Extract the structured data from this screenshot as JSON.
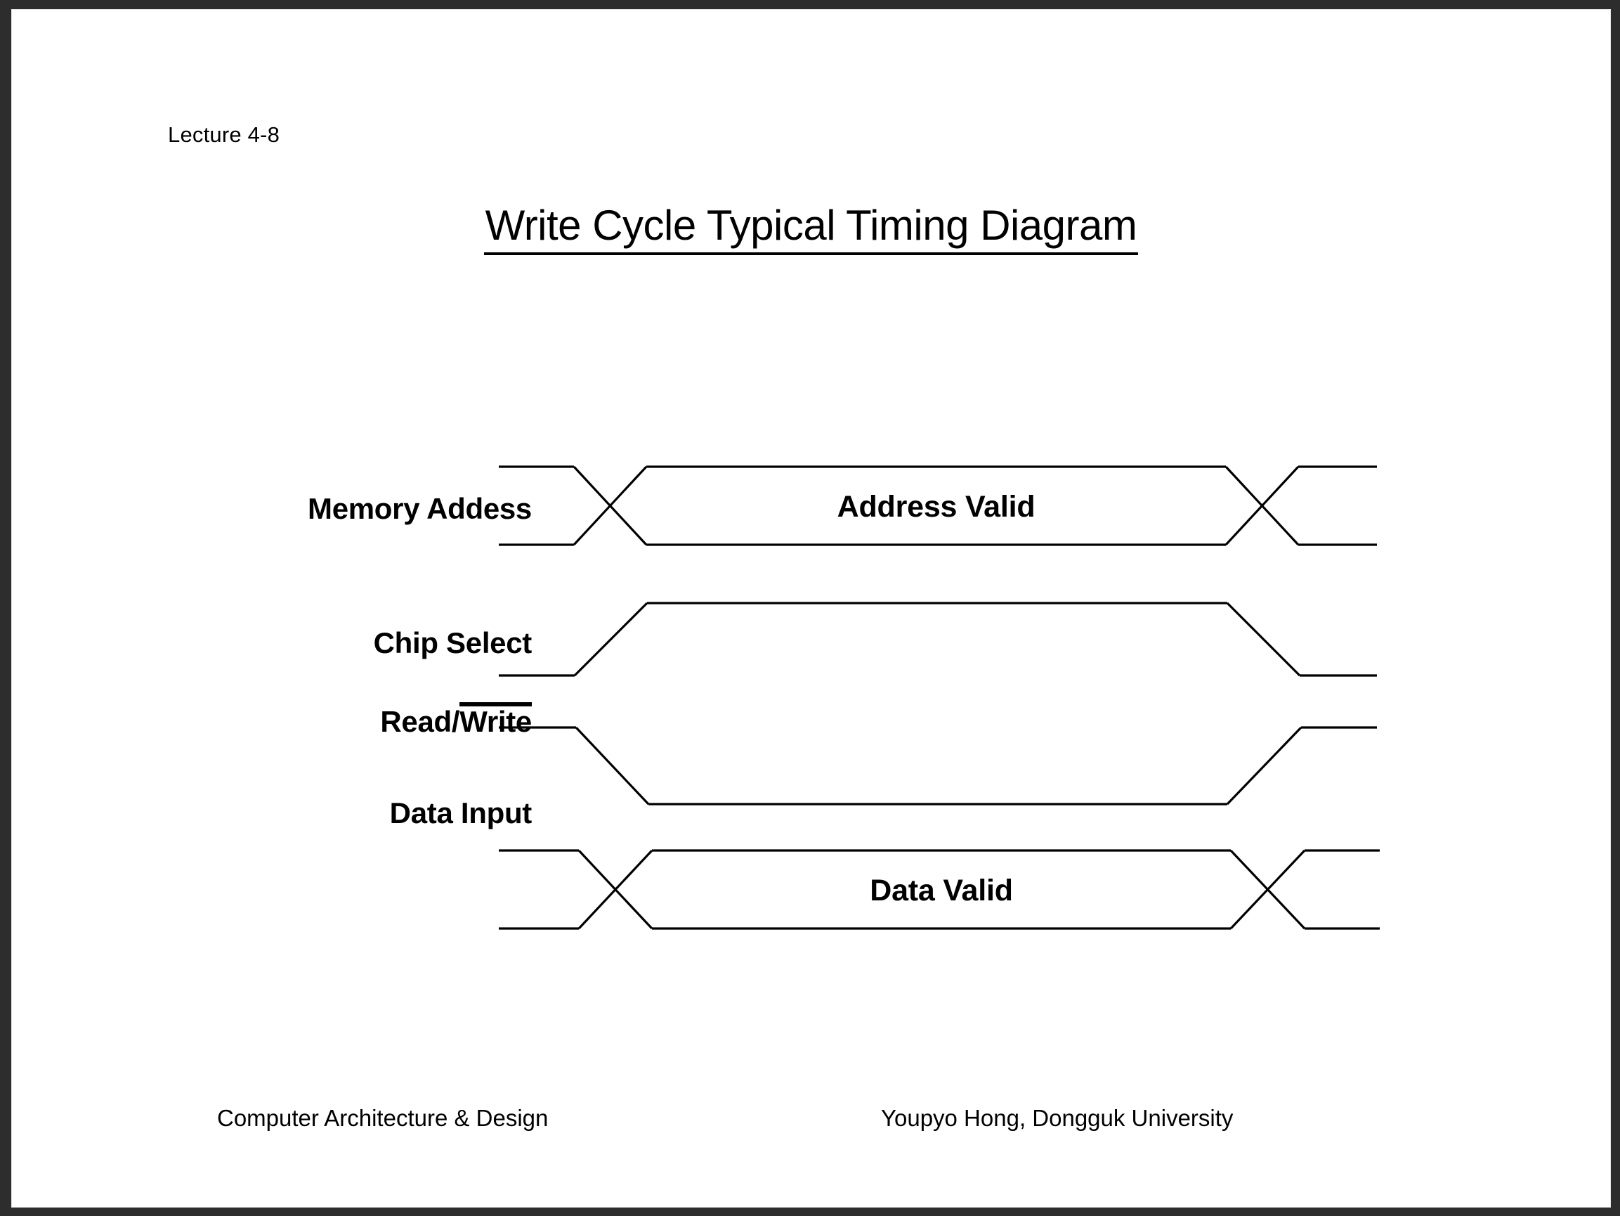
{
  "slide": {
    "lecture_tag": "Lecture 4-8",
    "title": "Write Cycle Typical Timing Diagram"
  },
  "footer": {
    "left": "Computer Architecture & Design",
    "right": "Youpyo Hong, Dongguk University"
  },
  "signals": [
    {
      "label": "Memory Addess",
      "label_overline": "",
      "type": "bus",
      "value_text": "Address Valid"
    },
    {
      "label": "Chip Select",
      "label_overline": "",
      "type": "level",
      "value_text": ""
    },
    {
      "label_prefix": "Read/",
      "label_overline": "Write",
      "label": "Read/Write",
      "type": "level",
      "value_text": ""
    },
    {
      "label": "Data Input",
      "label_overline": "",
      "type": "bus",
      "value_text": "Data Valid"
    }
  ],
  "colors": {
    "frame": "#2d2d2d",
    "page": "#ffffff",
    "ink": "#000000"
  }
}
